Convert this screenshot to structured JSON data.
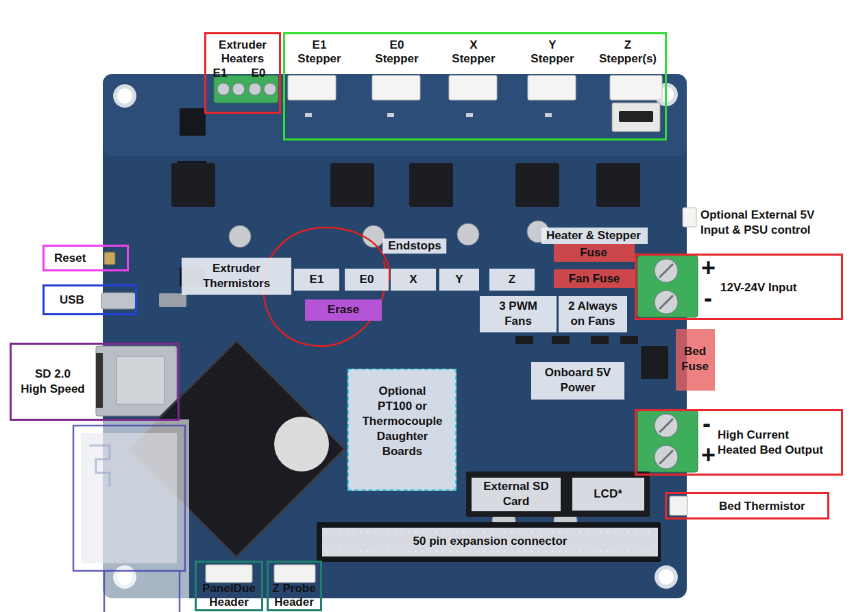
{
  "diagram": {
    "nodes": [
      {
        "text": [
          "Extruder Heaters",
          "E1",
          "E0"
        ]
      },
      {
        "text": [
          "E1 Stepper",
          "E0 Stepper",
          "X Stepper",
          "Y Stepper",
          "Z Stepper(s)"
        ]
      },
      {
        "text": [
          "Heater & Stepper Fuse"
        ]
      },
      {
        "text": [
          "Reset"
        ]
      },
      {
        "text": [
          "Extruder Thermistors"
        ]
      },
      {
        "text": [
          "Endstops",
          "E1",
          "E0",
          "X",
          "Y",
          "Z"
        ]
      },
      {
        "text": [
          "Fan Fuse"
        ]
      },
      {
        "text": [
          "+",
          "-",
          "12V-24V Input"
        ]
      },
      {
        "text": [
          "USB"
        ]
      },
      {
        "text": [
          "Erase"
        ]
      },
      {
        "text": [
          "3 PWM Fans"
        ]
      },
      {
        "text": [
          "2 Always on Fans"
        ]
      },
      {
        "text": [
          "Bed Fuse"
        ]
      },
      {
        "text": [
          "SD 2.0 High Speed"
        ]
      },
      {
        "text": [
          "Onboard 5V Power"
        ]
      },
      {
        "text": [
          "Optional PT100 or Thermocouple Daughter Boards"
        ]
      },
      {
        "text": [
          "-",
          "High Current Heated Bed Output",
          "+"
        ]
      },
      {
        "text": [
          "External SD Card"
        ]
      },
      {
        "text": [
          "LCD*"
        ]
      },
      {
        "text": [
          "Bed Thermistor"
        ]
      },
      {
        "text": [
          "50 pin expansion connector"
        ]
      },
      {
        "text": [
          "PanelDue Header"
        ]
      },
      {
        "text": [
          "Z Probe Header"
        ]
      }
    ],
    "labels": [
      "Optional External 5V Input & PSU control"
    ]
  }
}
